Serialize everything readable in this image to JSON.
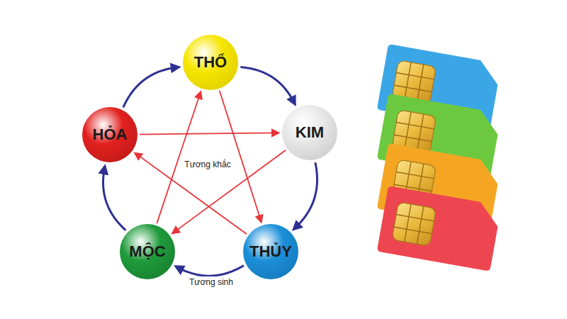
{
  "diagram": {
    "nodes": [
      {
        "text": [
          "THỔ"
        ]
      },
      {
        "text": [
          "KIM"
        ]
      },
      {
        "text": [
          "THỦY"
        ]
      },
      {
        "text": [
          "MỘC"
        ]
      },
      {
        "text": [
          "HỎA"
        ]
      }
    ],
    "edges": [
      {
        "from": 0,
        "to": 1,
        "arrow": "to"
      },
      {
        "from": 1,
        "to": 2,
        "arrow": "to"
      },
      {
        "from": 2,
        "to": 3,
        "arrow": "to"
      },
      {
        "from": 3,
        "to": 4,
        "arrow": "to"
      },
      {
        "from": 4,
        "to": 0,
        "arrow": "to"
      },
      {
        "from": 4,
        "to": 1,
        "arrow": "to"
      },
      {
        "from": 1,
        "to": 3,
        "arrow": "to"
      },
      {
        "from": 3,
        "to": 0,
        "arrow": "to"
      },
      {
        "from": 0,
        "to": 2,
        "arrow": "to"
      },
      {
        "from": 2,
        "to": 4,
        "arrow": "to"
      }
    ],
    "labels": [
      "Tương khắc",
      "Tương sinh"
    ]
  }
}
